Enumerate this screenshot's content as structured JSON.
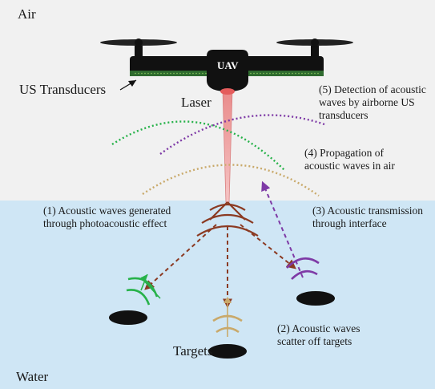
{
  "labels": {
    "air": "Air",
    "water": "Water",
    "uav": "UAV",
    "laser": "Laser",
    "us_transducers": "US Transducers",
    "targets": "Targets",
    "step1": "(1) Acoustic waves generated\nthrough photoacoustic effect",
    "step2": "(2) Acoustic waves\nscatter off targets",
    "step3": "(3) Acoustic transmission\nthrough interface",
    "step4": "(4) Propagation of\nacoustic waves in air",
    "step5": "(5) Detection of acoustic\nwaves by airborne US\ntransducers"
  },
  "colors": {
    "air_bg": "#f1f1f1",
    "water_bg": "#cfe6f5",
    "laser": "#f2b3b3",
    "brown_wave": "#8b3a22",
    "green_wave": "#27b24a",
    "gold_wave": "#c9a96a",
    "purple_wave": "#7e3aa6",
    "drone_body": "#111111",
    "transducer_strip": "#2f6b2f"
  }
}
